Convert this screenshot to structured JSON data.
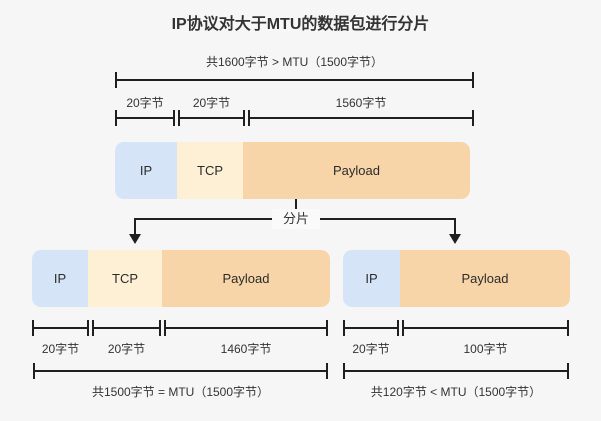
{
  "title": "IP协议对大于MTU的数据包进行分片",
  "original_packet": {
    "total_label": "共1600字节 > MTU（1500字节）",
    "segments": [
      {
        "name": "IP",
        "size": "20字节"
      },
      {
        "name": "TCP",
        "size": "20字节"
      },
      {
        "name": "Payload",
        "size": "1560字节"
      }
    ]
  },
  "fragment_action_label": "分片",
  "fragment_left": {
    "segments": [
      {
        "name": "IP",
        "size": "20字节"
      },
      {
        "name": "TCP",
        "size": "20字节"
      },
      {
        "name": "Payload",
        "size": "1460字节"
      }
    ],
    "total_label": "共1500字节 = MTU（1500字节）"
  },
  "fragment_right": {
    "segments": [
      {
        "name": "IP",
        "size": "20字节"
      },
      {
        "name": "Payload",
        "size": "100字节"
      }
    ],
    "total_label": "共120字节 < MTU（1500字节）"
  },
  "colors": {
    "background": "#f6f6f6",
    "ip_fill": "#d6e4f7",
    "tcp_fill": "#fdf0d5",
    "payload_fill": "#f8d5a8",
    "line": "#1f1f1f",
    "text": "#333333"
  }
}
